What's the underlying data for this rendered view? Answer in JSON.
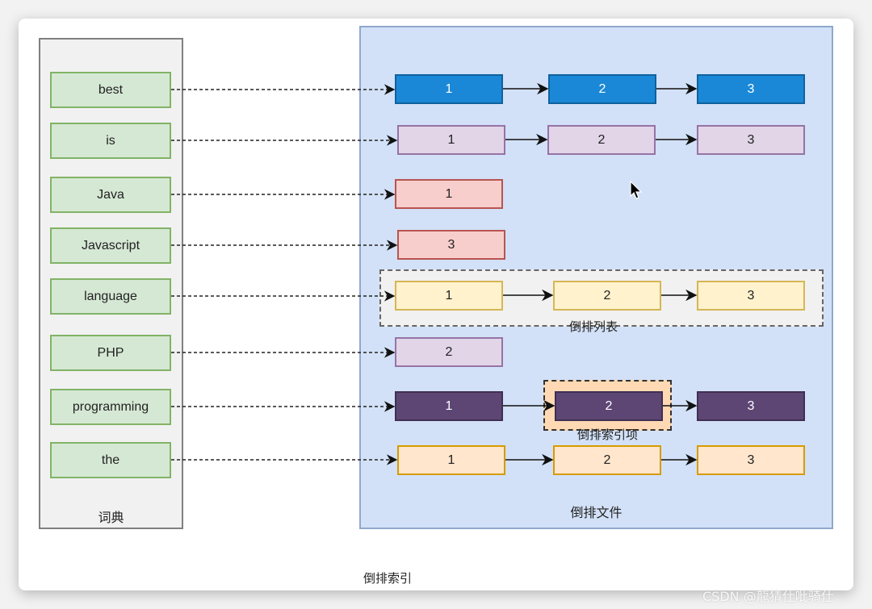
{
  "title": "倒排索引",
  "dictionary": {
    "label": "词典",
    "terms": [
      "best",
      "is",
      "Java",
      "Javascript",
      "language",
      "PHP",
      "programming",
      "the"
    ]
  },
  "posting_file": {
    "label": "倒排文件",
    "posting_list_label": "倒排列表",
    "posting_item_label": "倒排索引项",
    "lists": [
      {
        "term": "best",
        "docs": [
          "1",
          "2",
          "3"
        ],
        "fill": "#1a88d6",
        "stroke": "#10619e",
        "text": "#ffffff"
      },
      {
        "term": "is",
        "docs": [
          "1",
          "2",
          "3"
        ],
        "fill": "#e1d5e7",
        "stroke": "#9673a6",
        "text": "#222222"
      },
      {
        "term": "Java",
        "docs": [
          "1"
        ],
        "fill": "#f8cecc",
        "stroke": "#b85450",
        "text": "#222222"
      },
      {
        "term": "Javascript",
        "docs": [
          "3"
        ],
        "fill": "#f8cecc",
        "stroke": "#b85450",
        "text": "#222222"
      },
      {
        "term": "language",
        "docs": [
          "1",
          "2",
          "3"
        ],
        "fill": "#fff2cc",
        "stroke": "#d6b656",
        "text": "#222222"
      },
      {
        "term": "PHP",
        "docs": [
          "2"
        ],
        "fill": "#e1d5e7",
        "stroke": "#9673a6",
        "text": "#222222"
      },
      {
        "term": "programming",
        "docs": [
          "1",
          "2",
          "3"
        ],
        "fill": "#5d4674",
        "stroke": "#3f2f52",
        "text": "#ffffff"
      },
      {
        "term": "the",
        "docs": [
          "1",
          "2",
          "3"
        ],
        "fill": "#ffe6cc",
        "stroke": "#d79b00",
        "text": "#222222"
      }
    ]
  },
  "watermark": "CSDN @龍猜仕吡骑仕"
}
